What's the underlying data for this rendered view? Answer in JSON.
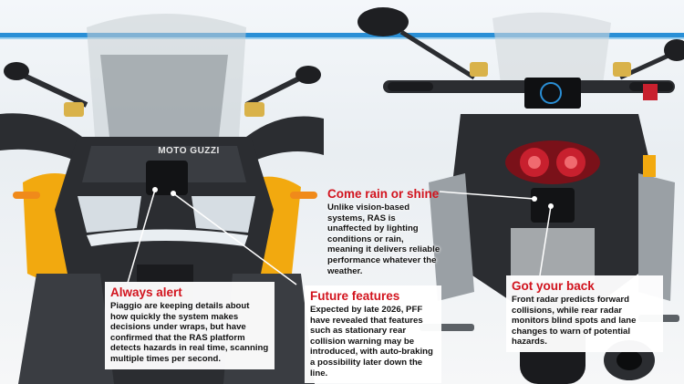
{
  "brand": {
    "logo_text": "MOTO GUZZI"
  },
  "colors": {
    "accent_blue": "#2a8fd6",
    "heading_red": "#d2141e",
    "bike_yellow": "#f2a90f",
    "body_dark": "#2b2d31",
    "taillight_red": "#c8202e"
  },
  "callouts": [
    {
      "id": "always-alert",
      "title": "Always alert",
      "body": "Piaggio are keeping details about how quickly the system makes decisions under wraps, but have confirmed that the RAS platform detects hazards in real time, scanning multiple times per second."
    },
    {
      "id": "future-features",
      "title": "Future features",
      "body": "Expected by late 2026, PFF have revealed that features such as stationary rear collision warning may be introduced, with auto-braking a possibility later down the line."
    },
    {
      "id": "come-rain-or-shine",
      "title": "Come rain or shine",
      "body": "Unlike vision-based systems, RAS is unaffected by lighting conditions or rain, meaning it delivers reliable performance whatever the weather."
    },
    {
      "id": "got-your-back",
      "title": "Got your back",
      "body": "Front radar predicts forward collisions, while rear radar monitors blind spots and lane changes to warn of potential hazards."
    }
  ]
}
